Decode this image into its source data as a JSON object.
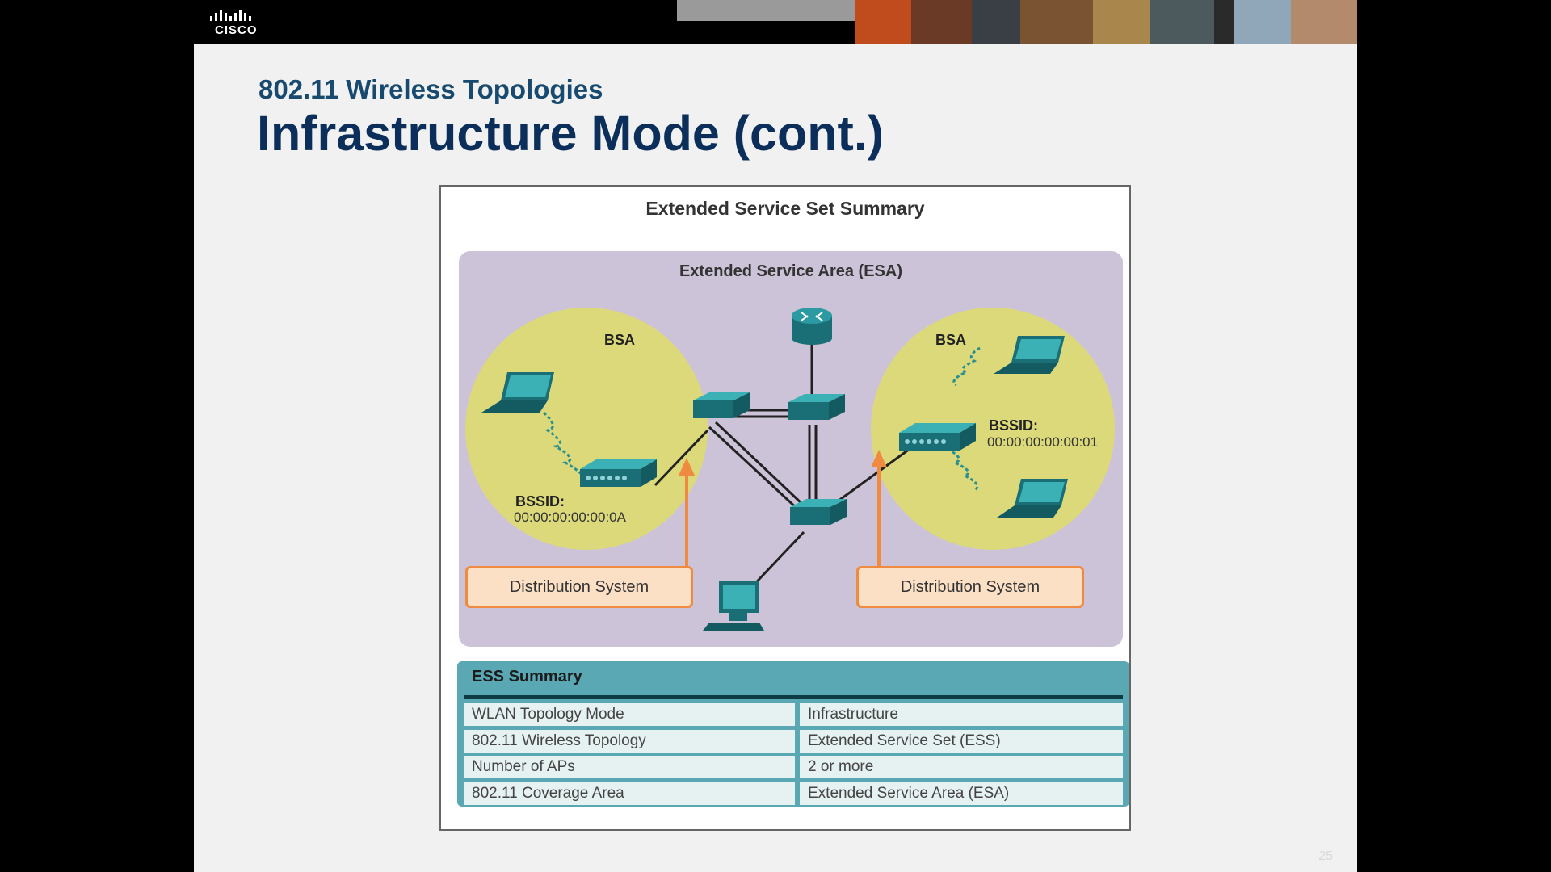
{
  "header": {
    "logo_text": "CISCO"
  },
  "slide": {
    "subtitle": "802.11 Wireless Topologies",
    "title": "Infrastructure Mode (cont.)",
    "page_number": "25"
  },
  "figure": {
    "title": "Extended Service Set Summary",
    "esa_label": "Extended Service Area (ESA)",
    "left_bsa": {
      "label": "BSA",
      "bssid_label": "BSSID:",
      "bssid_value": "00:00:00:00:00:0A",
      "distribution": "Distribution System"
    },
    "right_bsa": {
      "label": "BSA",
      "bssid_label": "BSSID:",
      "bssid_value": "00:00:00:00:00:01",
      "distribution": "Distribution System"
    }
  },
  "summary": {
    "heading": "ESS Summary",
    "rows": [
      {
        "key": "WLAN Topology Mode",
        "value": "Infrastructure"
      },
      {
        "key": "802.11 Wireless Topology",
        "value": "Extended Service Set (ESS)"
      },
      {
        "key": "Number of APs",
        "value": "2 or more"
      },
      {
        "key": "802.11 Coverage Area",
        "value": "Extended Service Area (ESA)"
      }
    ]
  },
  "colors": {
    "title": "#0b2f5a",
    "device": "#1d7f87",
    "bsa_fill": "#dcd97a",
    "esa_fill": "#cdc3d8",
    "distribution_border": "#f08a40",
    "summary_header": "#5aa8b3"
  }
}
